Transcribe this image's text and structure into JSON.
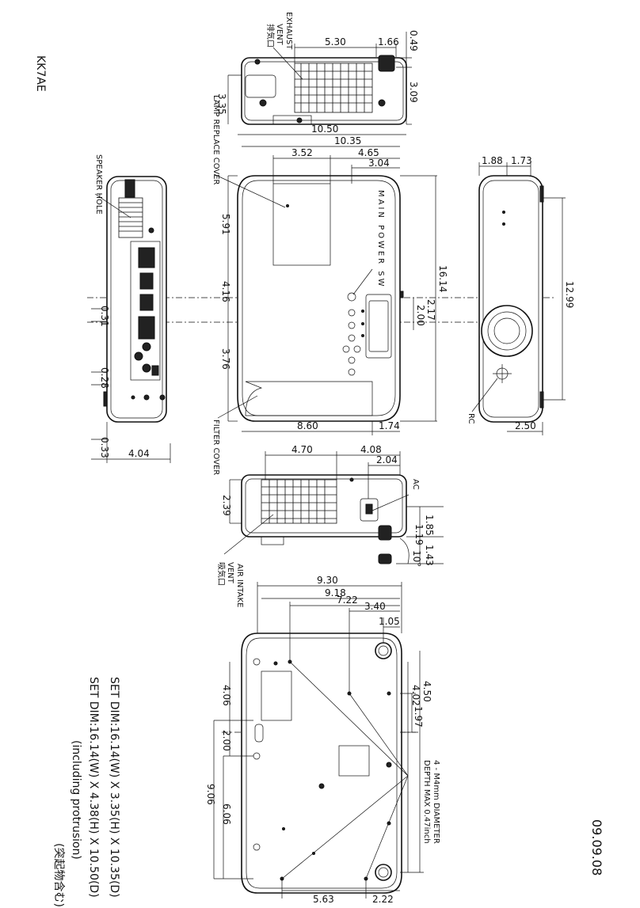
{
  "header": {
    "model": "KK7AE",
    "date": "09.09.08"
  },
  "notes": {
    "set_dim_1": "SET DIM:16.14(W) X 3.35(H) X 10.35(D)",
    "set_dim_2": "SET DIM:16.14(W) X 4.38(H) X 10.50(D)",
    "set_dim_3": "(including protrusion)",
    "set_dim_4": "(突起物含む)"
  },
  "labels": {
    "exhaust": "EXHAUST",
    "vent": "VENT",
    "exhaust_jp": "排気口",
    "lamp_cover": "LAMP REPLACE COVER",
    "speaker_hole": "SPEAKER HOLE",
    "main_power": "MAIN POWER SW",
    "filter_cover": "FILTER COVER",
    "rc": "RC",
    "ac": "AC",
    "air_intake": "AIR INTAKE",
    "air_vent": "VENT",
    "intake_jp": "吸気口",
    "m4_1": "4 - M4mm DIAMETER",
    "m4_2": "DEPTH MAX 0.47inch"
  },
  "dimensions": {
    "top": [
      "5.30",
      "1.66",
      "0.49",
      "3.09",
      "3.35"
    ],
    "main": [
      "10.50",
      "10.35",
      "3.52",
      "4.65",
      "3.04",
      "5.91",
      "4.16",
      "3.76",
      "16.14",
      "2.17",
      "2.00",
      "8.60",
      "1.74"
    ],
    "left": [
      "0.31",
      "0.28",
      "0.33",
      "4.04"
    ],
    "right": [
      "1.88",
      "1.73",
      "12.99",
      "2.50"
    ],
    "side": [
      "4.70",
      "4.08",
      "2.04",
      "2.39",
      "1.85",
      "1.19",
      "1.43",
      "10°"
    ],
    "bottom": [
      "9.30",
      "9.18",
      "7.22",
      "3.40",
      "1.05",
      "4.50",
      "4.02",
      "1.97",
      "4.06",
      "2.00",
      "9.06",
      "6.06",
      "5.63",
      "2.22"
    ]
  }
}
